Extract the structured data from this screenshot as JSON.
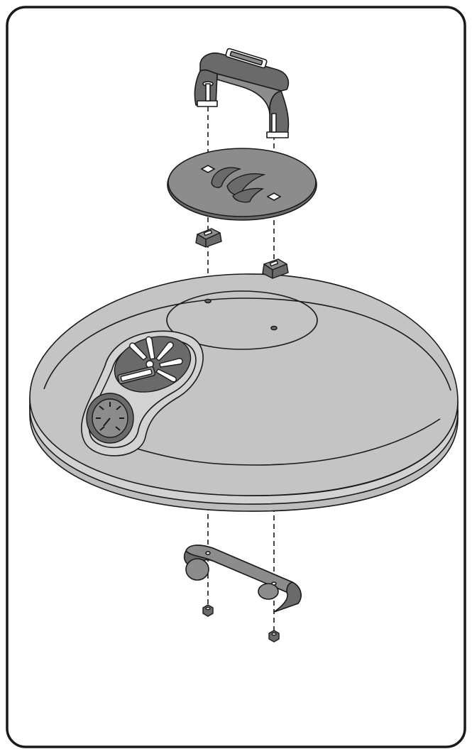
{
  "diagram": {
    "colors": {
      "frame": "#1a1a1a",
      "outline": "#1a1a1a",
      "lid_fill": "#c4c4c4",
      "lid_rim": "#bdbdbd",
      "lid_band": "#d2d2d2",
      "dark_part": "#6a6a6a",
      "mid_part": "#8c8c8c",
      "highlight": "#ffffff",
      "guide": "#1a1a1a"
    },
    "parts": [
      {
        "id": "handle",
        "icon": "handle-icon"
      },
      {
        "id": "heat-shield",
        "icon": "disc-plate-icon"
      },
      {
        "id": "spacer-left",
        "icon": "spacer-block-icon"
      },
      {
        "id": "spacer-right",
        "icon": "spacer-block-icon"
      },
      {
        "id": "lid",
        "icon": "dome-lid-icon"
      },
      {
        "id": "vent",
        "icon": "vent-icon"
      },
      {
        "id": "thermometer",
        "icon": "thermometer-gauge-icon"
      },
      {
        "id": "hook-bracket",
        "icon": "bracket-icon"
      },
      {
        "id": "nut-left",
        "icon": "hex-nut-icon"
      },
      {
        "id": "nut-right",
        "icon": "hex-nut-icon"
      }
    ]
  }
}
